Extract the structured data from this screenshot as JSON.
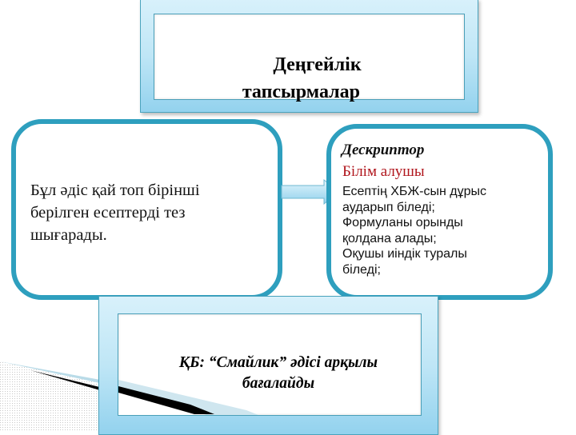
{
  "slide": {
    "title": {
      "line1": "Деңгейлік",
      "line2": "тапсырмалар"
    },
    "method_box": {
      "lines": [
        "Бұл әдіс қай топ бірінші",
        "берілген есептерді тез",
        "шығарады."
      ]
    },
    "connector": {
      "icon": "arrow-right-icon"
    },
    "descriptor_box": {
      "heading": "Дескриптор",
      "subheading": "Білім алушы",
      "lines": [
        "Есептің ХБЖ-сын дұрыс",
        "аударып біледі;",
        "Формуланы орынды",
        "қолдана алады;",
        "Оқушы иіндік туралы",
        "біледі;"
      ]
    },
    "assessment_box": {
      "line1": "ҚБ: “Смайлик” әдісі арқылы",
      "line2": "бағалайды"
    },
    "colors": {
      "frame_border": "#2e9fbe",
      "frame_fill_top": "#d8f1fb",
      "frame_fill_bottom": "#93d2ee",
      "subheading_red": "#b0151c"
    }
  }
}
